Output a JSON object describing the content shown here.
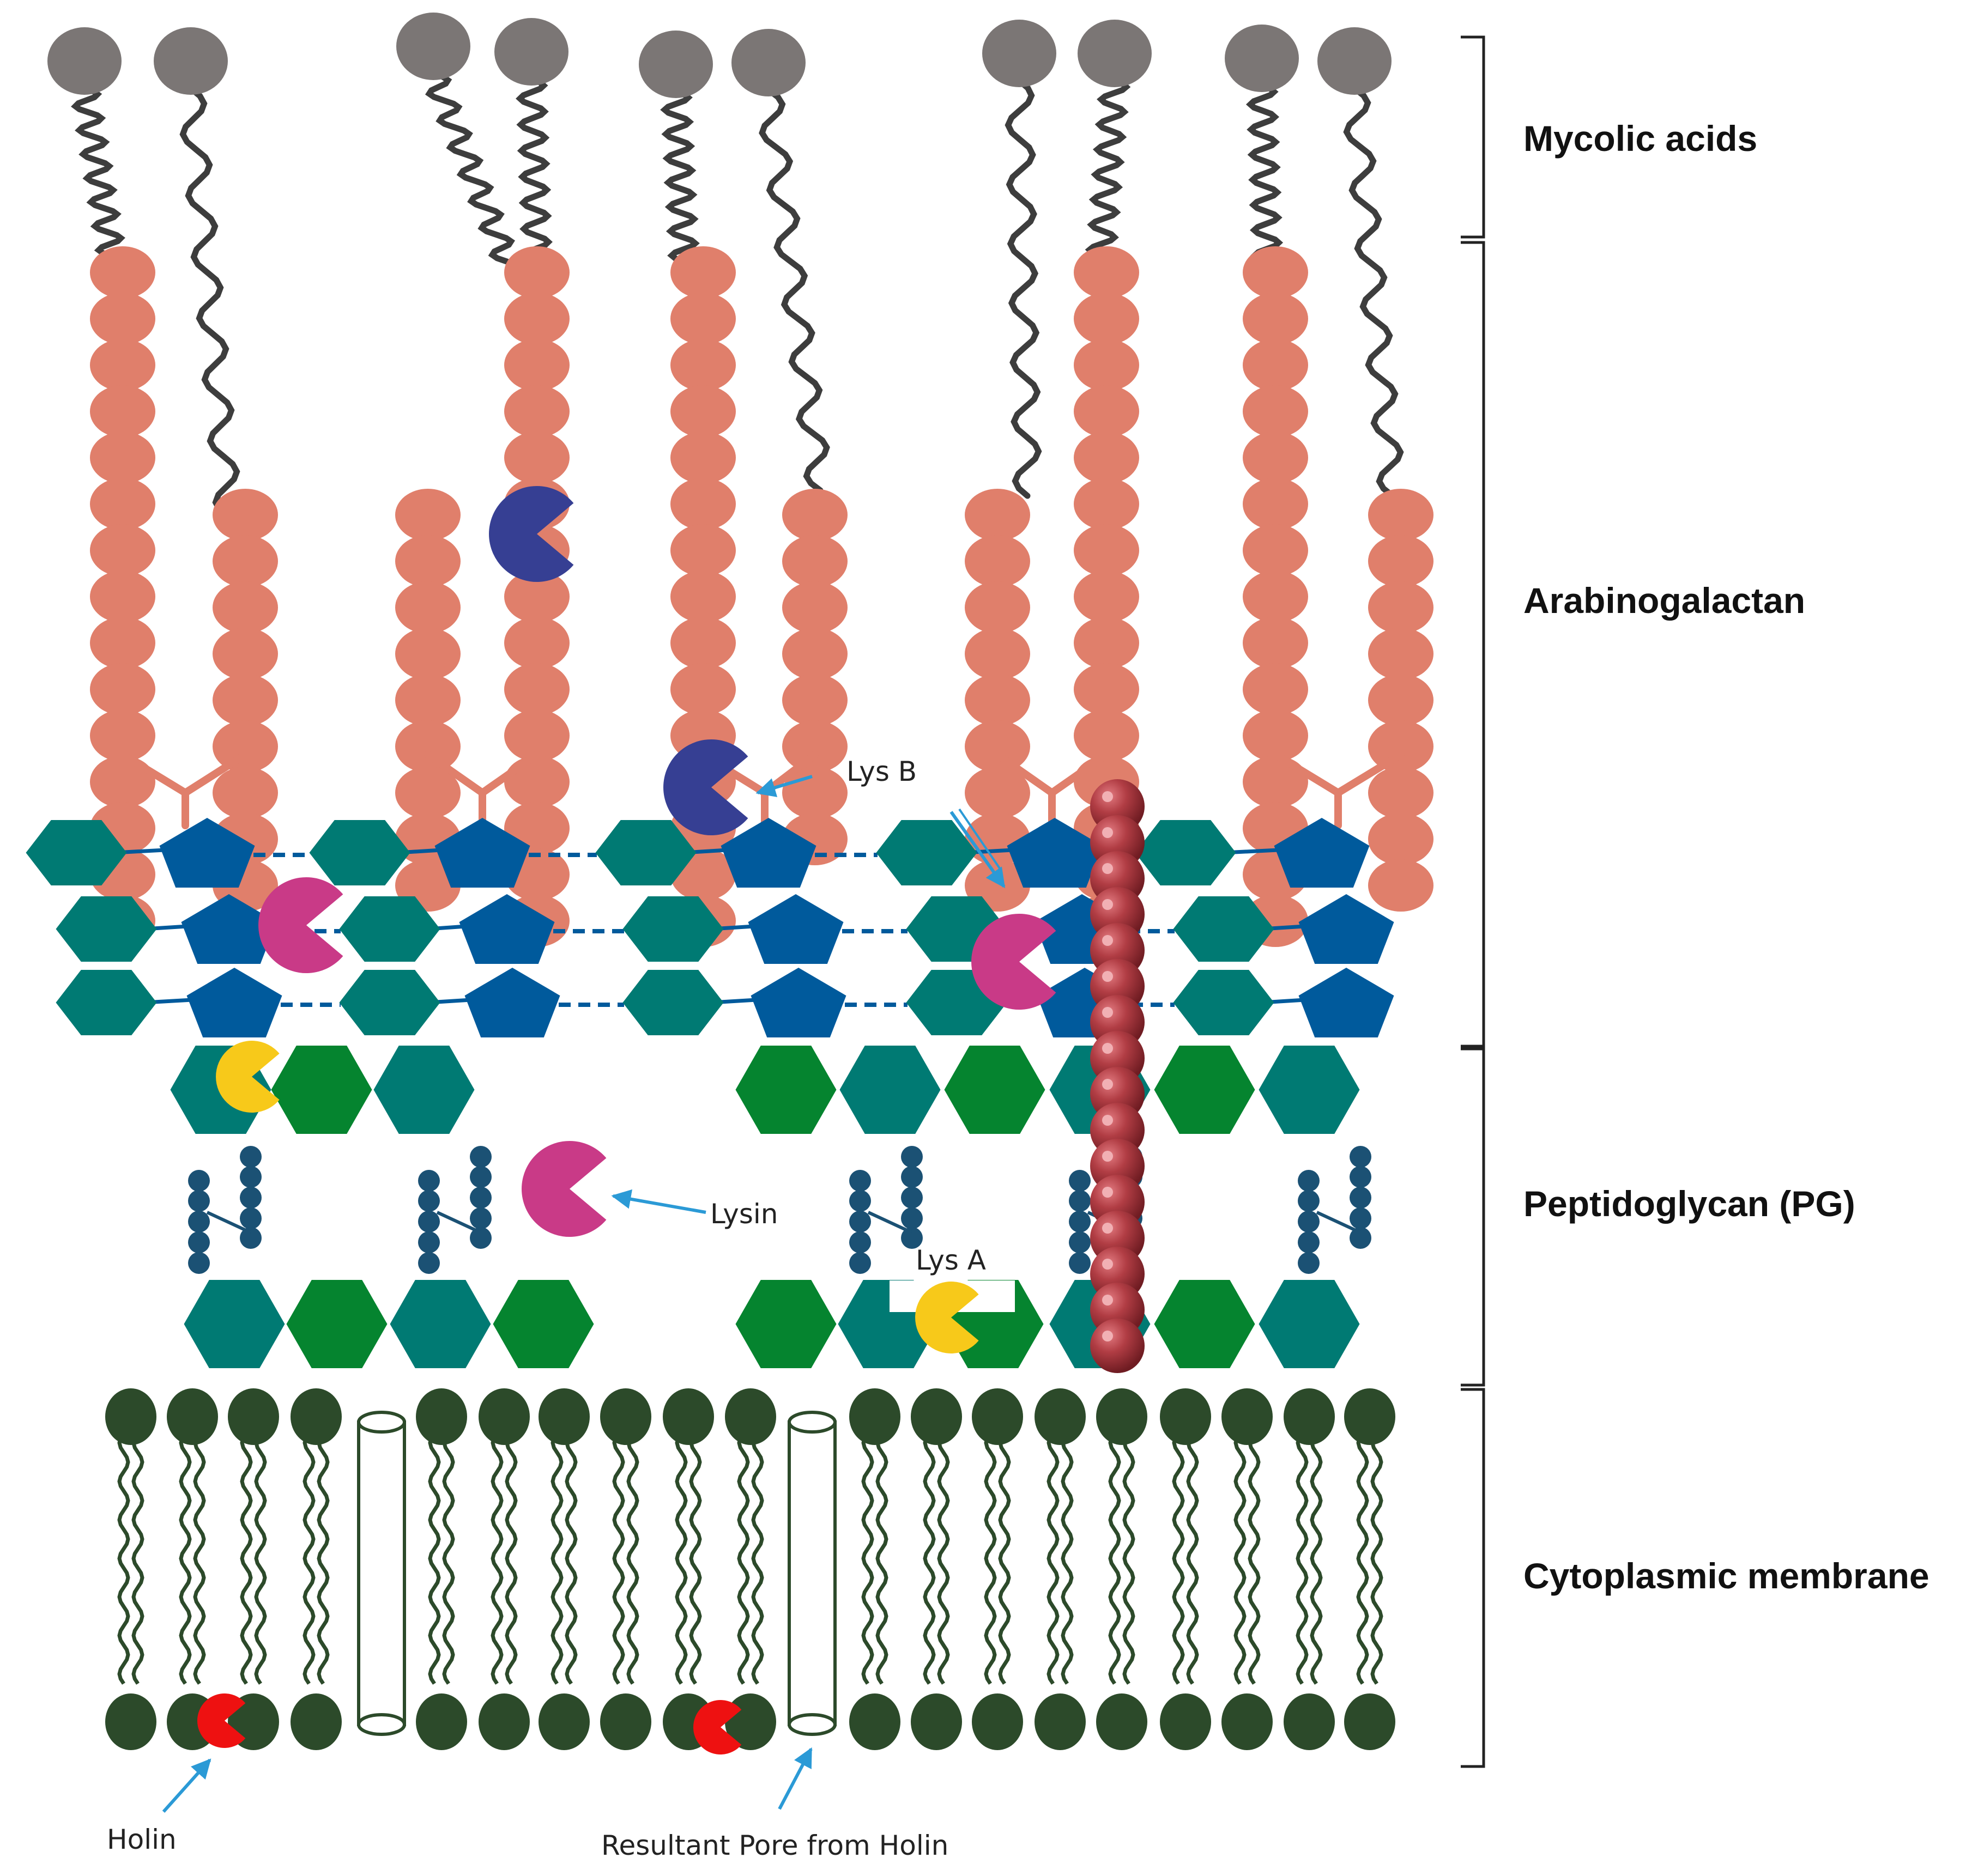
{
  "layers": {
    "mycolic": "Mycolic acids",
    "arabinogalactan": "Arabinogalactan",
    "peptidoglycan": "Peptidoglycan (PG)",
    "membrane": "Cytoplasmic membrane"
  },
  "annotations": {
    "lys_b": "Lys B",
    "lysin": "Lysin",
    "lys_a": "Lys A",
    "holin": "Holin",
    "pore": "Resultant Pore from Holin"
  },
  "colors": {
    "mycolic_head": "#7b7675",
    "mycolic_tail": "#3d3d3d",
    "arabinogalactan": "#e07f6b",
    "nag_hexagon": "#007a73",
    "nam_hexagon": "#05842f",
    "pentagon": "#005a9c",
    "peptide": "#1b5174",
    "lipid_head": "#2c4a2a",
    "lipid_tail": "#2c4a2a",
    "lys_b": "#363f93",
    "lysin": "#c93a87",
    "lys_a": "#f7c91a",
    "holin": "#ee1111",
    "arrow": "#2b9ad6",
    "bead_chain": "#b13d44",
    "bracket": "#222222"
  }
}
